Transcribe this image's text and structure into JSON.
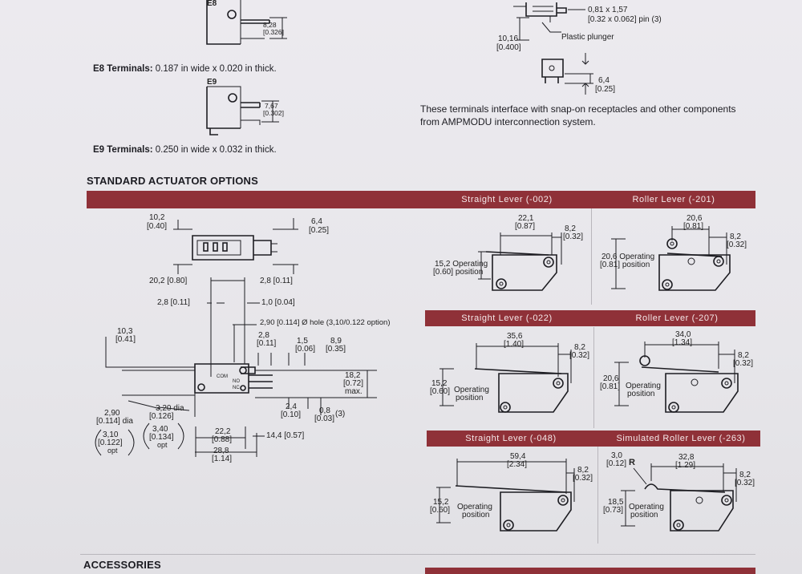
{
  "top": {
    "e8": {
      "code": "E8",
      "dim_mm": "8,28",
      "dim_in": "[0.326]",
      "caption_bold": "E8 Terminals:",
      "caption_text": " 0.187 in wide x 0.020 in thick."
    },
    "e9": {
      "code": "E9",
      "dim_mm": "7,67",
      "dim_in": "[0.302]",
      "caption_bold": "E9 Terminals:",
      "caption_text": " 0.250 in wide x 0.032 in thick."
    },
    "pc": {
      "pin_dim": "0,81 x 1,57",
      "pin_dim_in": "[0.32 x 0.062] pin (3)",
      "height_mm": "10,16",
      "height_in": "[0.400]",
      "plunger_label": "Plastic plunger",
      "pin_len_mm": "6,4",
      "pin_len_in": "[0.25]"
    },
    "note": "These terminals interface with snap-on receptacles and other components from AMPMODU interconnection system."
  },
  "section_title": "STANDARD ACTUATOR OPTIONS",
  "accessories_title": "ACCESSORIES",
  "main_drawing": {
    "d1": "10,2",
    "d1in": "[0.40]",
    "d2": "6,4",
    "d2in": "[0.25]",
    "d3": "20,2 [0.80]",
    "d4": "2,8 [0.11]",
    "d5": "2,8 [0.11]",
    "d6": "1,0 [0.04]",
    "d7": "2,90 [0.114] Ø hole (3,10/0.122 option)",
    "d8": "10,3",
    "d8in": "[0.41]",
    "d9": "2,8",
    "d9in": "[0.11]",
    "d10": "1,5",
    "d10in": "[0.06]",
    "d11": "8,9",
    "d11in": "[0.35]",
    "d12": "18,2",
    "d12in": "[0.72]",
    "d12max": "max.",
    "d13": "2,4",
    "d13in": "[0.10]",
    "d14": "0,8",
    "d14in": "[0.03]",
    "d14n": "(3)",
    "d15": "2,90",
    "d15in": "[0.114] dia",
    "d16": "3,20 dia",
    "d16in": "[0.126]",
    "d17": "3,10",
    "d17in": "[0.122]",
    "d17opt": "opt",
    "d18": "3,40",
    "d18in": "[0.134]",
    "d18opt": "opt",
    "d19": "22,2",
    "d19in": "[0.88]",
    "d20": "14,4 [0.57]",
    "d21": "28,8",
    "d21in": "[1.14]",
    "com": "COM",
    "no": "NO",
    "nc": "NC"
  },
  "actuators": [
    {
      "header": "Straight Lever (-002)",
      "top_mm": "22,1",
      "top_in": "[0.87]",
      "right_mm": "8,2",
      "right_in": "[0.32]",
      "left_mm": "15,2",
      "left_in": "[0.60]",
      "op": "Operating",
      "pos": "position"
    },
    {
      "header": "Roller Lever (-201)",
      "top_mm": "20,6",
      "top_in": "[0.81]",
      "right_mm": "8,2",
      "right_in": "[0.32]",
      "left_mm": "20,6",
      "left_in": "[0.81]",
      "op": "Operating",
      "pos": "position"
    },
    {
      "header": "Straight Lever (-022)",
      "top_mm": "35,6",
      "top_in": "[1.40]",
      "right_mm": "8,2",
      "right_in": "[0.32]",
      "left_mm": "15,2",
      "left_in": "[0.60]",
      "op": "Operating",
      "pos": "position"
    },
    {
      "header": "Roller Lever (-207)",
      "top_mm": "34,0",
      "top_in": "[1.34]",
      "right_mm": "8,2",
      "right_in": "[0.32]",
      "left_mm": "20,6",
      "left_in": "[0.81]",
      "op": "Operating",
      "pos": "position"
    },
    {
      "header": "Straight Lever (-048)",
      "top_mm": "59,4",
      "top_in": "[2.34]",
      "right_mm": "8,2",
      "right_in": "[0.32]",
      "left_mm": "15,2",
      "left_in": "[0.60]",
      "op": "Operating",
      "pos": "position"
    },
    {
      "header": "Simulated Roller Lever (-263)",
      "top_mm": "32,8",
      "top_in": "[1.29]",
      "right_mm": "8,2",
      "right_in": "[0.32]",
      "left_mm": "18,5",
      "left_in": "[0.73]",
      "op": "Operating",
      "pos": "position",
      "r_mm": "3,0",
      "r_in": "[0.12]",
      "r_label": "R"
    }
  ]
}
